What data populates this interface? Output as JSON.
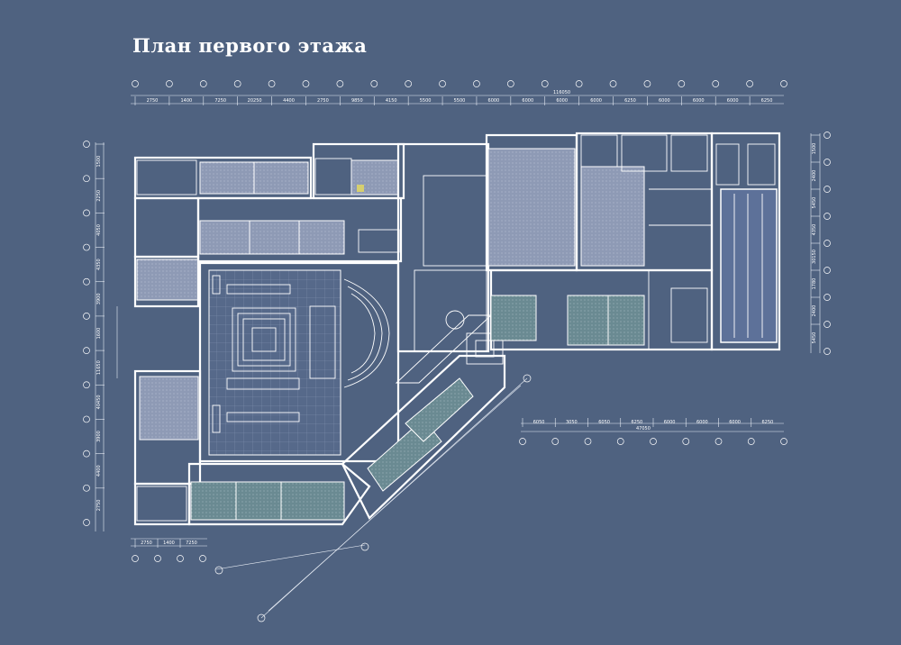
{
  "title": "План первого этажа",
  "dimensions": {
    "top_total": "116050",
    "top_segments": [
      "2750",
      "1400",
      "7250",
      "20250",
      "4400",
      "2750",
      "9850",
      "4150",
      "5500",
      "5500",
      "6000",
      "6000",
      "6000",
      "6000",
      "6250",
      "6000",
      "6000",
      "6000",
      "6250"
    ],
    "bottom_total": "47050",
    "bottom_segments": [
      "6050",
      "3050",
      "6050",
      "6250",
      "6000",
      "6000",
      "6000",
      "6250"
    ],
    "bottom_left_segments": [
      "2750",
      "1400",
      "7250"
    ],
    "left_segments": [
      "1500",
      "2250",
      "4050",
      "4350",
      "3900",
      "1600",
      "11650",
      "40450",
      "3900",
      "4400",
      "2750"
    ],
    "right_segments": [
      "1500",
      "2400",
      "5450",
      "4350",
      "30150",
      "1780",
      "2400",
      "5450"
    ]
  },
  "colors": {
    "background": "#4f6280",
    "line": "#ffffff",
    "room_grey": "#8f9bb6",
    "room_teal": "#6e8e95",
    "room_yellow": "#8c9a78"
  }
}
